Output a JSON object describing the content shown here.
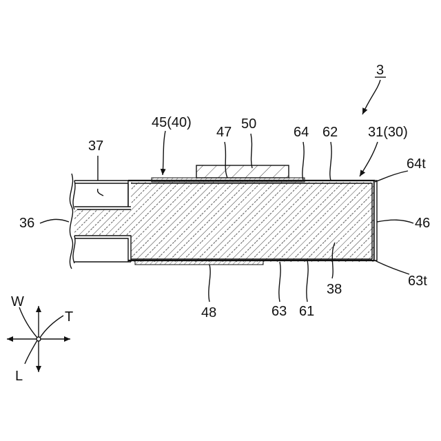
{
  "figure_number": "3",
  "labels": {
    "l37": "37",
    "l45": "45(40)",
    "l47": "47",
    "l50": "50",
    "l64": "64",
    "l62": "62",
    "l31": "31(30)",
    "l64t": "64t",
    "l36": "36",
    "l46": "46",
    "l63t": "63t",
    "l38": "38",
    "l48": "48",
    "l63": "63",
    "l61": "61"
  },
  "axes": {
    "w": "W",
    "t": "T",
    "l": "L"
  }
}
